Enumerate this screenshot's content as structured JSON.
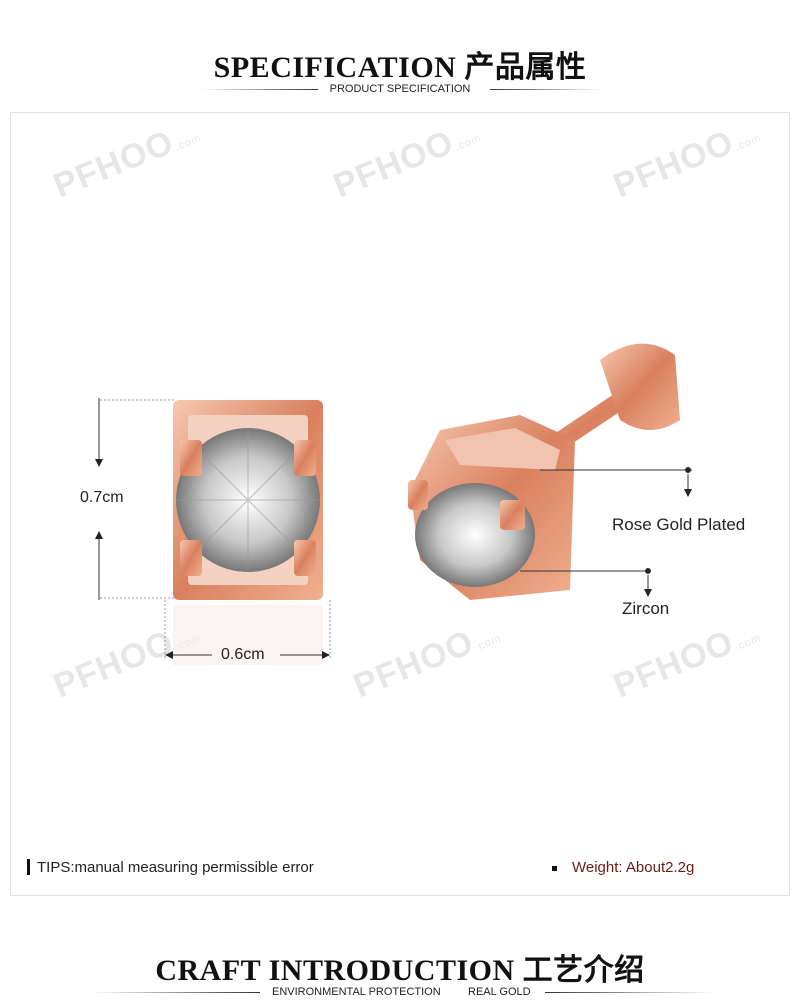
{
  "header": {
    "title": "SPECIFICATION 产品属性",
    "subtitle": "PRODUCT SPECIFICATION"
  },
  "watermark": {
    "text": "PFHOO",
    "suffix": ".com"
  },
  "dimensions": {
    "height": "0.7cm",
    "width": "0.6cm"
  },
  "callouts": {
    "plating": "Rose Gold Plated",
    "stone": "Zircon"
  },
  "tips": "TIPS:manual measuring permissible error",
  "weight": "Weight: About2.2g",
  "footer": {
    "title": "CRAFT INTRODUCTION 工艺介绍",
    "subtitle_1": "ENVIRONMENTAL PROTECTION",
    "subtitle_2": "REAL GOLD"
  },
  "colors": {
    "rose_gold": "#e8a080",
    "weight_text": "#6b1a1a"
  }
}
